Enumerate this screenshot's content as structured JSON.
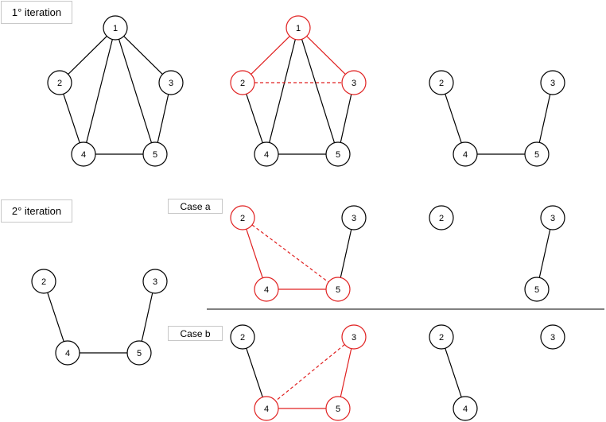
{
  "labels": {
    "iteration_1": "1° iteration",
    "iteration_2": "2° iteration",
    "case_a": "Case a",
    "case_b": "Case b"
  },
  "colors": {
    "default": "#000000",
    "highlight": "#e02020"
  },
  "graphs": [
    {
      "id": "iter1-original",
      "nodes": [
        "1",
        "2",
        "3",
        "4",
        "5"
      ],
      "edges": [
        [
          "1",
          "2"
        ],
        [
          "1",
          "3"
        ],
        [
          "1",
          "4"
        ],
        [
          "1",
          "5"
        ],
        [
          "2",
          "4"
        ],
        [
          "3",
          "5"
        ],
        [
          "4",
          "5"
        ]
      ],
      "highlight_nodes": [],
      "highlight_edges": [],
      "dashed_edges": []
    },
    {
      "id": "iter1-triangle",
      "nodes": [
        "1",
        "2",
        "3",
        "4",
        "5"
      ],
      "edges": [
        [
          "1",
          "2"
        ],
        [
          "1",
          "3"
        ],
        [
          "1",
          "4"
        ],
        [
          "1",
          "5"
        ],
        [
          "2",
          "4"
        ],
        [
          "3",
          "5"
        ],
        [
          "4",
          "5"
        ],
        [
          "2",
          "3"
        ]
      ],
      "highlight_nodes": [
        "1",
        "2",
        "3"
      ],
      "highlight_edges": [
        [
          "1",
          "2"
        ],
        [
          "1",
          "3"
        ],
        [
          "2",
          "3"
        ]
      ],
      "dashed_edges": [
        [
          "2",
          "3"
        ]
      ]
    },
    {
      "id": "iter1-result",
      "nodes": [
        "2",
        "3",
        "4",
        "5"
      ],
      "edges": [
        [
          "2",
          "4"
        ],
        [
          "3",
          "5"
        ],
        [
          "4",
          "5"
        ]
      ],
      "highlight_nodes": [],
      "highlight_edges": [],
      "dashed_edges": []
    },
    {
      "id": "iter2-start",
      "nodes": [
        "2",
        "3",
        "4",
        "5"
      ],
      "edges": [
        [
          "2",
          "4"
        ],
        [
          "3",
          "5"
        ],
        [
          "4",
          "5"
        ]
      ],
      "highlight_nodes": [],
      "highlight_edges": [],
      "dashed_edges": []
    },
    {
      "id": "case-a-triangle",
      "nodes": [
        "2",
        "3",
        "4",
        "5"
      ],
      "edges": [
        [
          "2",
          "4"
        ],
        [
          "4",
          "5"
        ],
        [
          "2",
          "5"
        ],
        [
          "3",
          "5"
        ]
      ],
      "highlight_nodes": [
        "2",
        "4",
        "5"
      ],
      "highlight_edges": [
        [
          "2",
          "4"
        ],
        [
          "4",
          "5"
        ],
        [
          "2",
          "5"
        ]
      ],
      "dashed_edges": [
        [
          "2",
          "5"
        ]
      ]
    },
    {
      "id": "case-a-result",
      "nodes": [
        "2",
        "3",
        "5"
      ],
      "edges": [
        [
          "3",
          "5"
        ]
      ],
      "highlight_nodes": [],
      "highlight_edges": [],
      "dashed_edges": []
    },
    {
      "id": "case-b-triangle",
      "nodes": [
        "2",
        "3",
        "4",
        "5"
      ],
      "edges": [
        [
          "2",
          "4"
        ],
        [
          "4",
          "5"
        ],
        [
          "3",
          "5"
        ],
        [
          "3",
          "4"
        ]
      ],
      "highlight_nodes": [
        "3",
        "4",
        "5"
      ],
      "highlight_edges": [
        [
          "4",
          "5"
        ],
        [
          "3",
          "5"
        ],
        [
          "3",
          "4"
        ]
      ],
      "dashed_edges": [
        [
          "3",
          "4"
        ]
      ]
    },
    {
      "id": "case-b-result",
      "nodes": [
        "2",
        "3",
        "4"
      ],
      "edges": [
        [
          "2",
          "4"
        ]
      ],
      "highlight_nodes": [],
      "highlight_edges": [],
      "dashed_edges": []
    }
  ]
}
